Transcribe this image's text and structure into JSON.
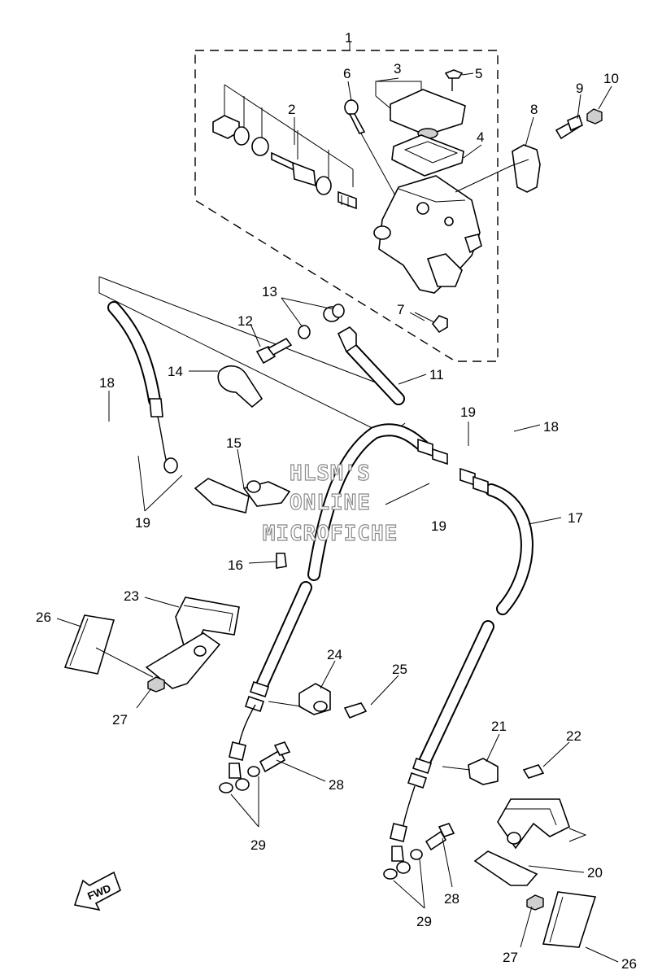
{
  "diagram": {
    "callouts": {
      "c1": "1",
      "c2": "2",
      "c3": "3",
      "c4": "4",
      "c5": "5",
      "c6": "6",
      "c7": "7",
      "c8": "8",
      "c9": "9",
      "c10": "10",
      "c11": "11",
      "c12": "12",
      "c13": "13",
      "c14": "14",
      "c15": "15",
      "c16": "16",
      "c17": "17",
      "c18a": "18",
      "c18b": "18",
      "c19a": "19",
      "c19b": "19",
      "c19c": "19",
      "c20": "20",
      "c21": "21",
      "c22": "22",
      "c23": "23",
      "c24": "24",
      "c25": "25",
      "c26a": "26",
      "c26b": "26",
      "c27a": "27",
      "c27b": "27",
      "c28a": "28",
      "c28b": "28",
      "c29a": "29",
      "c29b": "29"
    },
    "watermark": {
      "line1": "HLSM'S",
      "line2": "ONLINE",
      "line3": "MICROFICHE"
    },
    "direction_label": "FWD"
  }
}
